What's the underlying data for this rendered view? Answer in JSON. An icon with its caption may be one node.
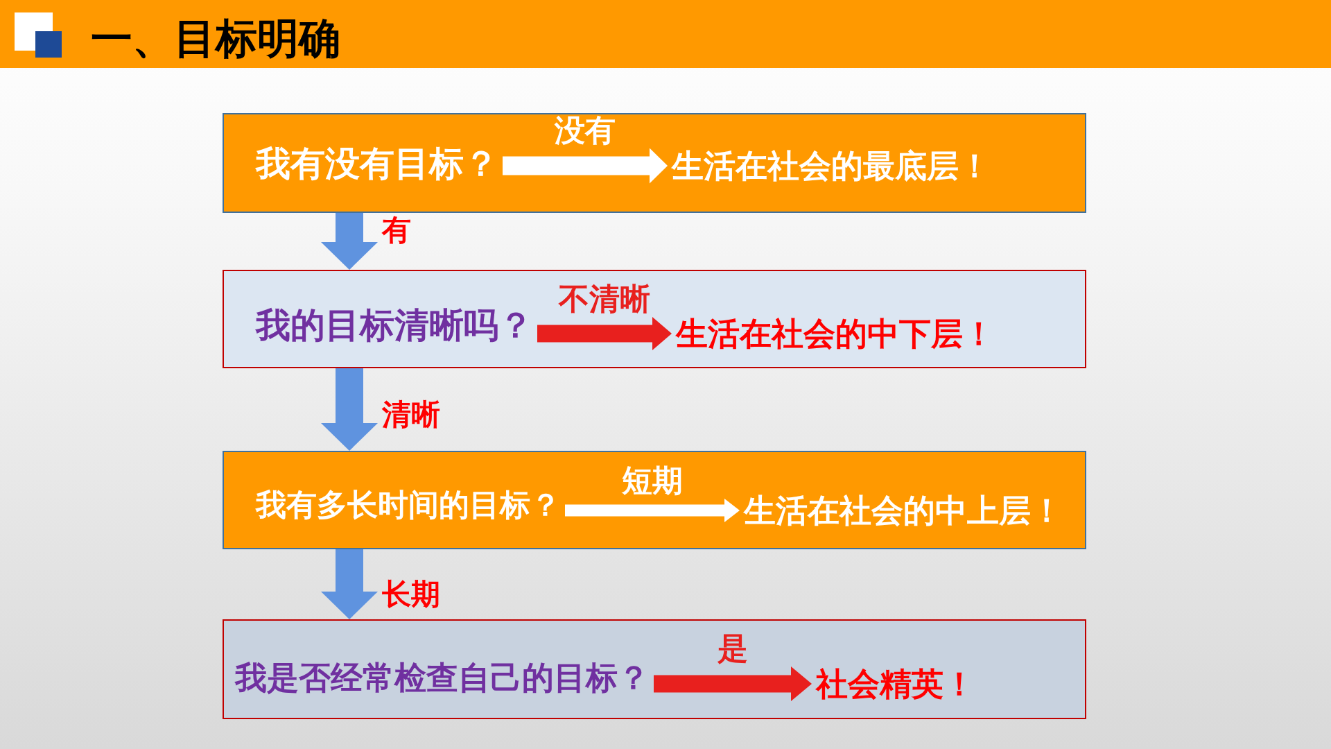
{
  "diagram": {
    "title": "一、目标明确",
    "nodes": [
      {
        "text": [],
        "shape": "box"
      },
      {
        "text": [
          "我有没有目标？"
        ],
        "in": 0
      },
      {
        "text": [
          "生活在社会的最底层！"
        ],
        "in": 0
      },
      {
        "text": [],
        "shape": "box"
      },
      {
        "text": [
          "我的目标清晰吗？"
        ],
        "in": 3
      },
      {
        "text": [
          "生活在社会的中下层！"
        ],
        "in": 3
      },
      {
        "text": [],
        "shape": "box"
      },
      {
        "text": [
          "我有多长时间的目标？"
        ],
        "in": 6
      },
      {
        "text": [
          "生活在社会的中上层！"
        ],
        "in": 6
      },
      {
        "text": [],
        "shape": "box"
      },
      {
        "text": [
          "我是否经常检查自己的目标？"
        ],
        "in": 9
      },
      {
        "text": [
          "社会精英！"
        ],
        "in": 9
      }
    ],
    "edges": [
      {
        "from": 1,
        "to": 2,
        "arrow": "to",
        "label": "没有",
        "color": "#ffffff"
      },
      {
        "from": 0,
        "to": 3,
        "arrow": "to",
        "label": "有"
      },
      {
        "from": 4,
        "to": 5,
        "arrow": "to",
        "label": "不清晰",
        "color": "#e8201e"
      },
      {
        "from": 3,
        "to": 6,
        "arrow": "to",
        "label": "清晰"
      },
      {
        "from": 7,
        "to": 8,
        "arrow": "to",
        "label": "短期",
        "color": "#ffffff"
      },
      {
        "from": 6,
        "to": 9,
        "arrow": "to",
        "label": "长期"
      },
      {
        "from": 10,
        "to": 11,
        "arrow": "to",
        "label": "是",
        "color": "#e8201e"
      }
    ]
  }
}
